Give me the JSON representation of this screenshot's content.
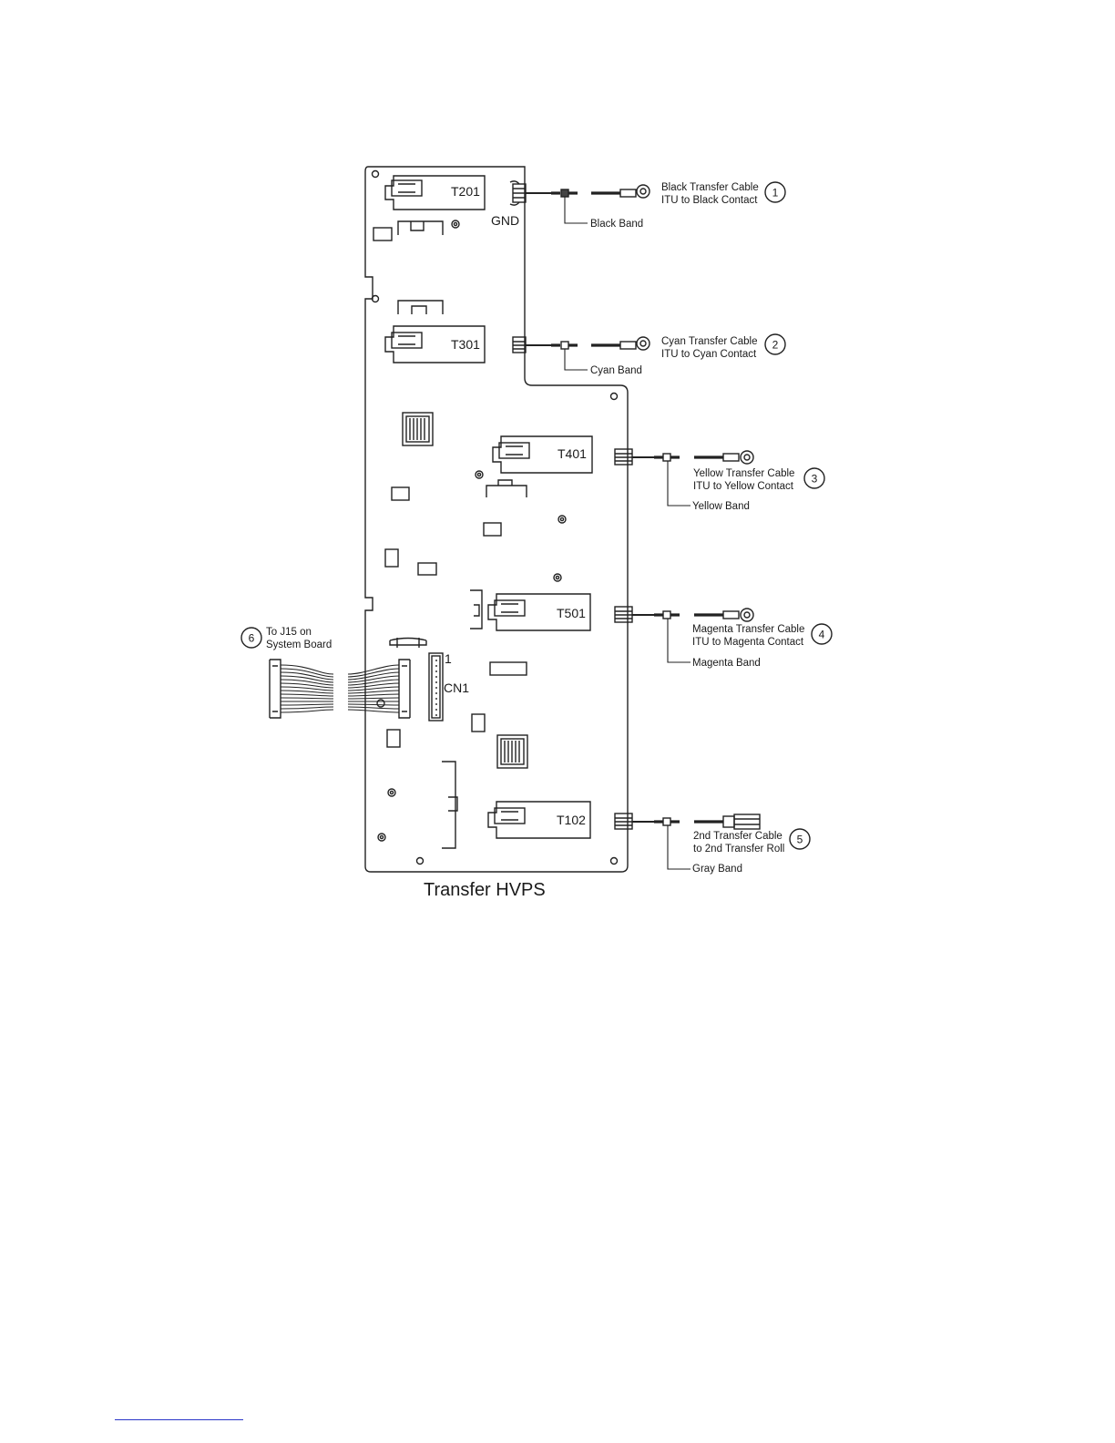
{
  "board": {
    "title": "Transfer HVPS",
    "gnd_label": "GND",
    "connector_label": "CN1",
    "connector_pin_label": "1",
    "transformers": [
      "T201",
      "T301",
      "T401",
      "T501",
      "T102"
    ]
  },
  "cables": [
    {
      "ref": "1",
      "line1": "Black Transfer Cable",
      "line2": "ITU to Black Contact",
      "band": "Black Band"
    },
    {
      "ref": "2",
      "line1": "Cyan Transfer Cable",
      "line2": "ITU to Cyan Contact",
      "band": "Cyan Band"
    },
    {
      "ref": "3",
      "line1": "Yellow Transfer Cable",
      "line2": "ITU to Yellow Contact",
      "band": "Yellow Band"
    },
    {
      "ref": "4",
      "line1": "Magenta Transfer Cable",
      "line2": "ITU to Magenta Contact",
      "band": "Magenta Band"
    },
    {
      "ref": "5",
      "line1": "2nd Transfer Cable",
      "line2": "to 2nd Transfer Roll",
      "band": "Gray Band"
    }
  ],
  "harness": {
    "ref": "6",
    "line1": "To J15 on",
    "line2": "System Board"
  }
}
